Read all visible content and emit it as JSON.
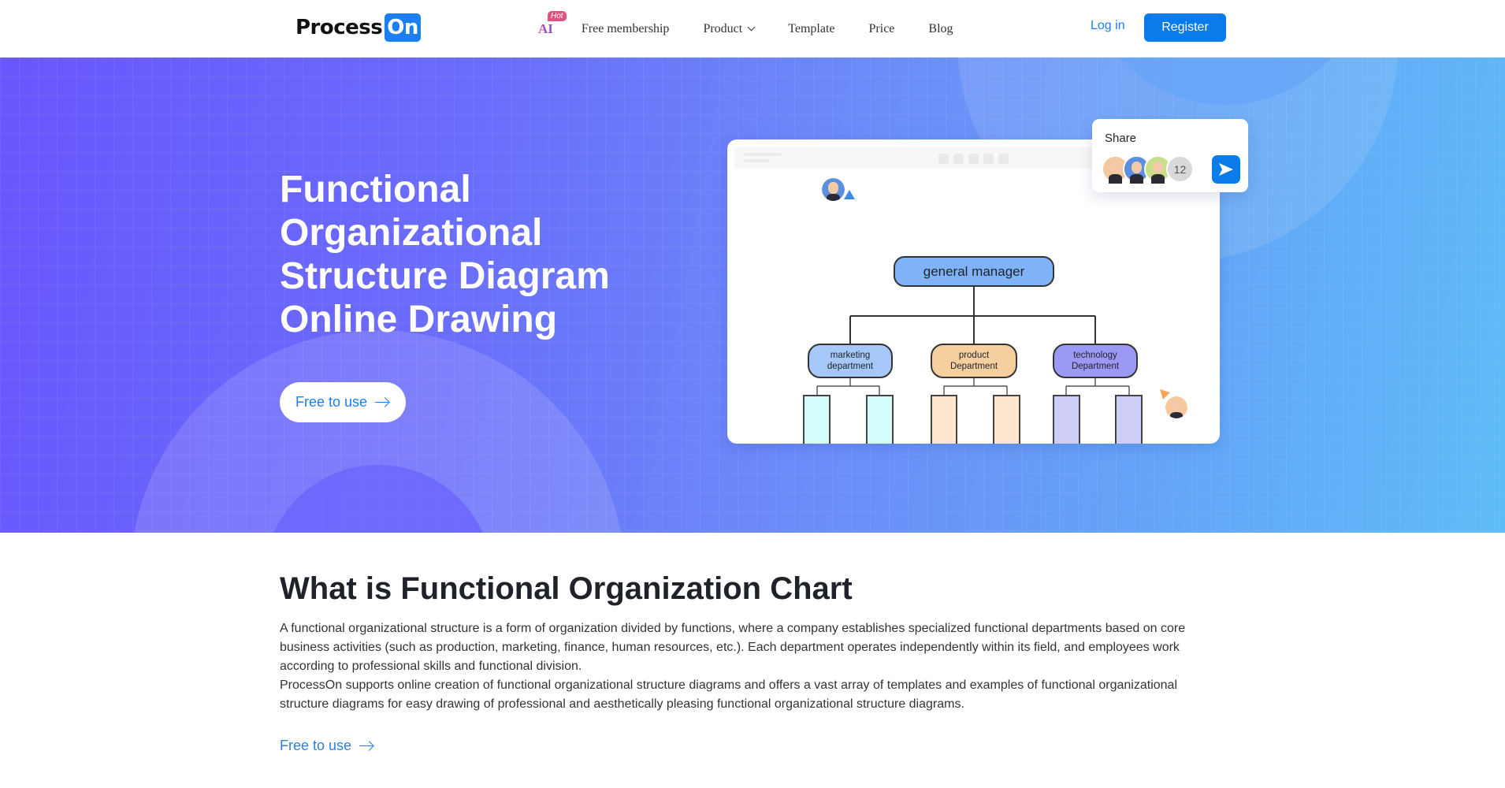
{
  "header": {
    "logo": {
      "text_main": "Process",
      "text_badge": "On"
    },
    "nav": [
      {
        "label": "AI",
        "badge": "Hot"
      },
      {
        "label": "Free membership"
      },
      {
        "label": "Product",
        "has_dropdown": true
      },
      {
        "label": "Template"
      },
      {
        "label": "Price"
      },
      {
        "label": "Blog"
      }
    ],
    "login_label": "Log in",
    "register_label": "Register"
  },
  "hero": {
    "title_lines": [
      "Functional",
      "Organizational",
      "Structure Diagram",
      "Online Drawing"
    ],
    "cta_label": "Free to use",
    "colors": {
      "gradient_start": "#6a57fd",
      "gradient_end": "#5fbcf8",
      "accent": "#1a7ff0"
    }
  },
  "diagram": {
    "root": {
      "label": "general manager",
      "color": "#7fb2f7"
    },
    "departments": [
      {
        "line1": "marketing",
        "line2": "department",
        "color": "#a5c8f8",
        "child_color": "#d3fcfd"
      },
      {
        "line1": "product",
        "line2": "Department",
        "color": "#f6cf9f",
        "child_color": "#fde6cf"
      },
      {
        "line1": "technology",
        "line2": "Department",
        "color": "#9b98f6",
        "child_color": "#cecdf8"
      }
    ]
  },
  "share": {
    "title": "Share",
    "avatar_count": "12",
    "avatars": [
      {
        "bg": "#f4c9a0"
      },
      {
        "bg": "#5b8fe0"
      },
      {
        "bg": "#c9df8a"
      }
    ]
  },
  "section": {
    "title": "What is Functional Organization Chart",
    "paragraphs": [
      "A functional organizational structure is a form of organization divided by functions, where a company establishes specialized functional departments based on core business activities (such as production, marketing, finance, human resources, etc.). Each department operates independently within its field, and employees work according to professional skills and functional division.",
      "ProcessOn supports online creation of functional organizational structure diagrams and offers a vast array of templates and examples of functional organizational structure diagrams for easy drawing of professional and aesthetically pleasing functional organizational structure diagrams."
    ],
    "link_label": "Free to use"
  }
}
